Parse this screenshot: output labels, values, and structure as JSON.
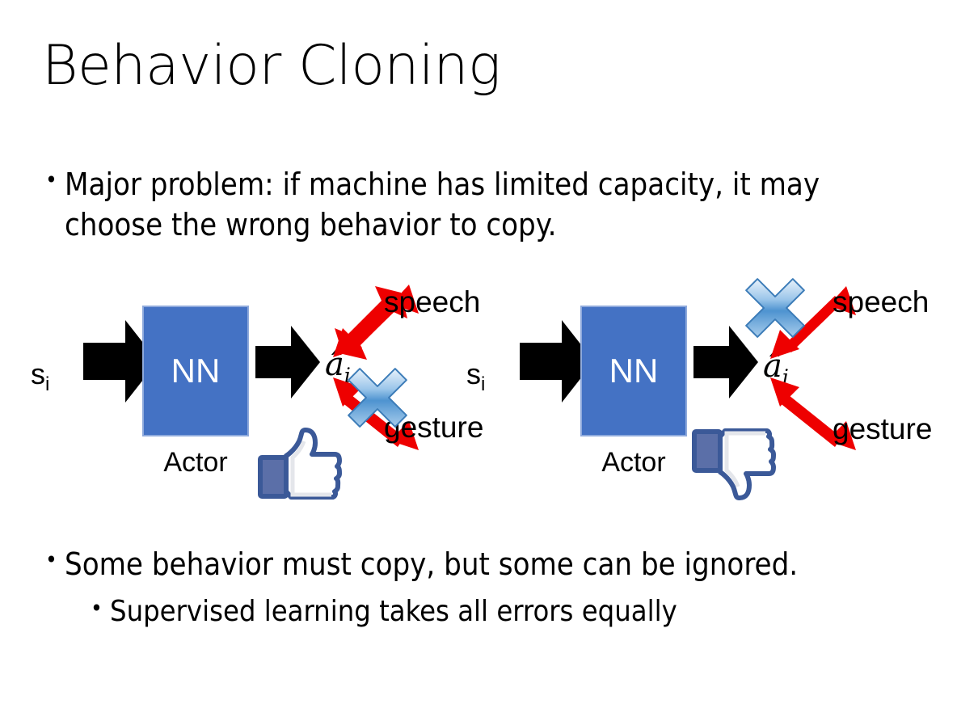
{
  "slide": {
    "title": "Behavior Cloning",
    "background_color": "#ffffff",
    "text_color": "#000000"
  },
  "bullets": [
    {
      "marker": "•",
      "text": "Major problem: if machine has limited capacity, it may choose the wrong behavior to copy.",
      "level": 1
    },
    {
      "marker": "•",
      "text": "Some behavior must copy, but some can be ignored.",
      "level": 1
    },
    {
      "marker": "•",
      "text": "Supervised learning takes all errors equally",
      "level": 2
    }
  ],
  "colors": {
    "nn_box_fill": "#4472C4",
    "nn_box_border": "#8FAADC",
    "arrow_black": "#000000",
    "arrow_red": "#EE0000",
    "cross_blue_light": "#CFE2F5",
    "cross_blue_mid": "#5B9BD5",
    "cross_blue_dark": "#2E74B5",
    "thumb_outline": "#3B5998",
    "thumb_cuff": "#5B6FA8",
    "thumb_fill": "#FFFFFF",
    "thumb_shade": "#E4E6EB"
  },
  "diagrams": [
    {
      "id": "left",
      "input_label": "s",
      "input_subscript": "i",
      "nn_label": "NN",
      "nn_caption": "Actor",
      "output_label": "a",
      "output_subscript": "i",
      "output_has_hat": true,
      "branches": [
        {
          "name": "speech",
          "label": "speech",
          "crossed": false
        },
        {
          "name": "gesture",
          "label": "gesture",
          "crossed": true
        }
      ],
      "verdict_icon": "thumbs-up-icon",
      "verdict": "up"
    },
    {
      "id": "right",
      "input_label": "s",
      "input_subscript": "i",
      "nn_label": "NN",
      "nn_caption": "Actor",
      "output_label": "a",
      "output_subscript": "i",
      "output_has_hat": true,
      "branches": [
        {
          "name": "speech",
          "label": "speech",
          "crossed": true
        },
        {
          "name": "gesture",
          "label": "gesture",
          "crossed": false
        }
      ],
      "verdict_icon": "thumbs-down-icon",
      "verdict": "down"
    }
  ]
}
